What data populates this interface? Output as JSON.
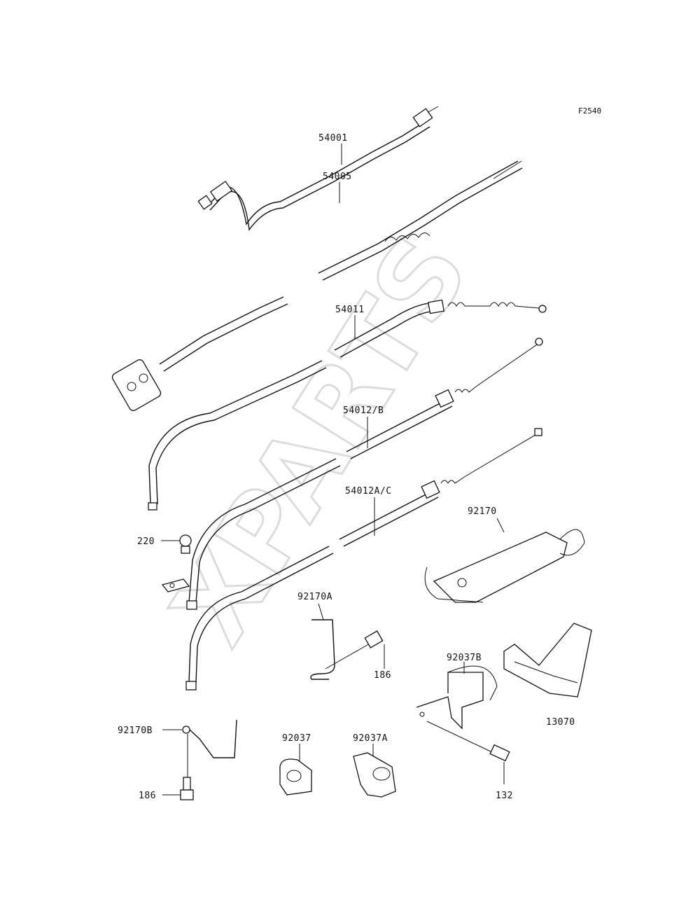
{
  "figure_code": "F2540",
  "watermark": "XPARTS",
  "parts": {
    "p54001": "54001",
    "p54005": "54005",
    "p54011": "54011",
    "p54012b": "54012/B",
    "p54012ac": "54012A/C",
    "p92170": "92170",
    "p220": "220",
    "p92170a": "92170A",
    "p186a": "186",
    "p92037b": "92037B",
    "p13070": "13070",
    "p92170b": "92170B",
    "p186b": "186",
    "p92037": "92037",
    "p92037a": "92037A",
    "p132": "132"
  }
}
